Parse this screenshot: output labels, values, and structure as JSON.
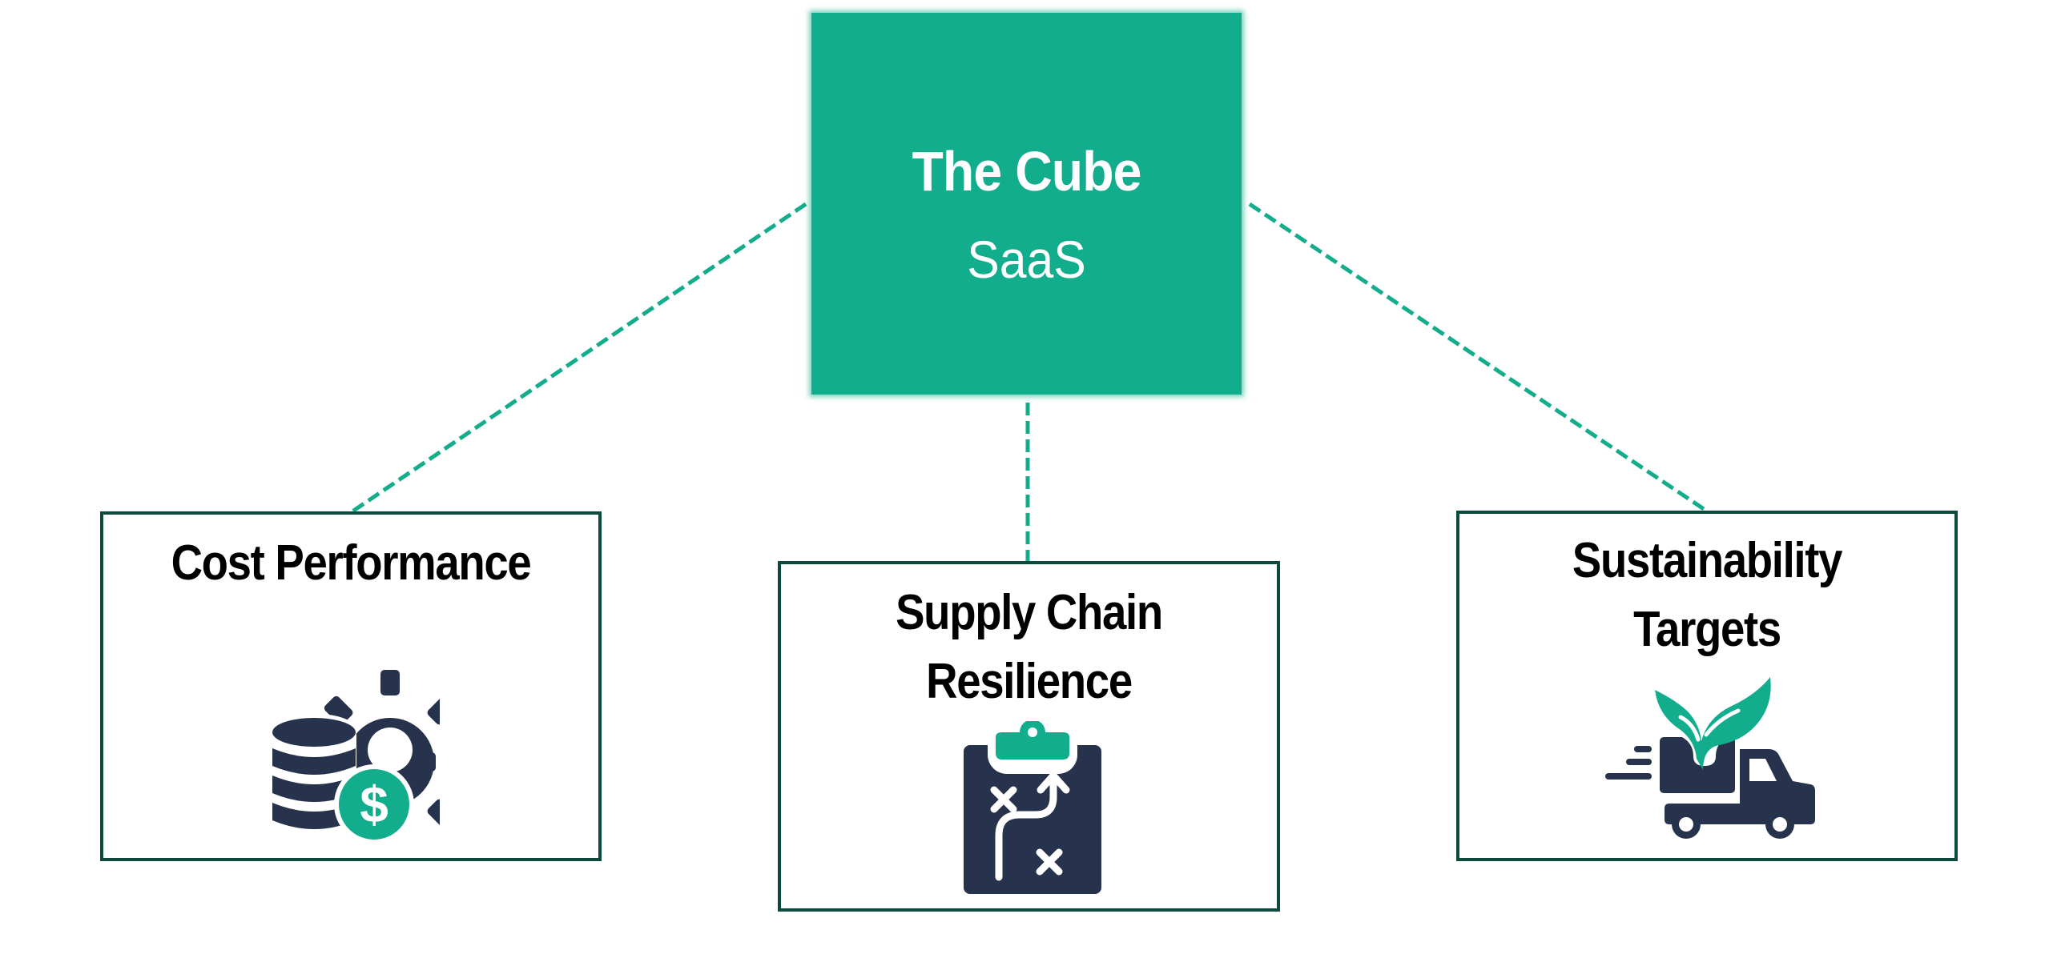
{
  "colors": {
    "accent": "#11ad8c",
    "navy": "#27324d",
    "border": "#0b4a3c",
    "text": "#000000",
    "background": "#ffffff"
  },
  "hub": {
    "title": "The Cube",
    "subtitle": "SaaS"
  },
  "pillars": [
    {
      "title": "Cost Performance",
      "icon": "database-gear-dollar-icon"
    },
    {
      "title_line1": "Supply Chain",
      "title_line2": "Resilience",
      "icon": "clipboard-strategy-icon"
    },
    {
      "title_line1": "Sustainability",
      "title_line2": "Targets",
      "icon": "eco-delivery-truck-icon"
    }
  ],
  "connectors": [
    {
      "from": "hub",
      "to": "Cost Performance",
      "style": "dashed"
    },
    {
      "from": "hub",
      "to": "Supply Chain Resilience",
      "style": "dashed"
    },
    {
      "from": "hub",
      "to": "Sustainability Targets",
      "style": "dashed"
    }
  ]
}
